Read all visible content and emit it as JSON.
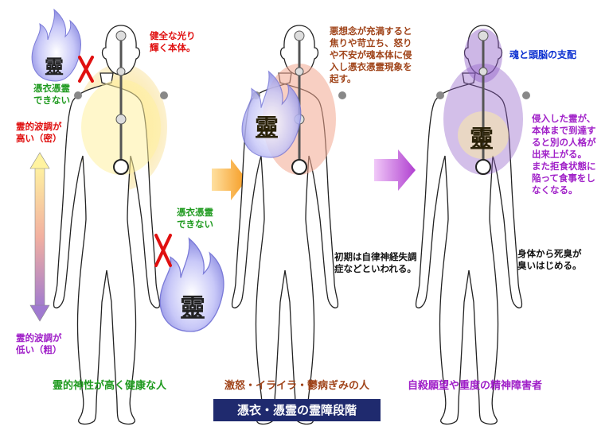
{
  "colors": {
    "red": "#e01010",
    "green": "#1f9a1f",
    "purple": "#a020c8",
    "brown": "#a0441a",
    "blue": "#0a2fd0",
    "banner_bg": "#1f2a6e"
  },
  "icons": [
    "spirit-flame-icon",
    "cross-mark-icon",
    "arrow-right-icon",
    "double-arrow-icon",
    "human-body-figure"
  ],
  "spirit_char": "靈",
  "panel1": {
    "note": "健全な光り\n輝く本体。",
    "cannot_top": "憑衣憑霊\nできない",
    "cannot_bottom": "憑衣憑霊\nできない",
    "caption": "霊的神性が高く健康な人"
  },
  "scale": {
    "high": "霊的波調が\n高い（密）",
    "low": "霊的波調が\n低い（粗）"
  },
  "panel2": {
    "note": "悪想念が充満すると\n焦りや苛立ち、怒り\nや不安が魂本体に侵\n入し憑衣憑霊現象を\n起す。",
    "early": "初期は自律神経失調\n症などといわれる。",
    "caption": "激怒・イライラ・鬱病ぎみの人"
  },
  "panel3": {
    "title": "魂と頭脳の支配",
    "note": "侵入した霊が、\n本体まで到達す\nると別の人格が\n出来上がる。\nまた拒食状態に\n陥って食事をし\nなくなる。",
    "smell": "身体から死臭が\n臭いはじめる。",
    "caption": "自殺願望や重度の精神障害者"
  },
  "banner": "憑衣・憑霊の霊障段階"
}
